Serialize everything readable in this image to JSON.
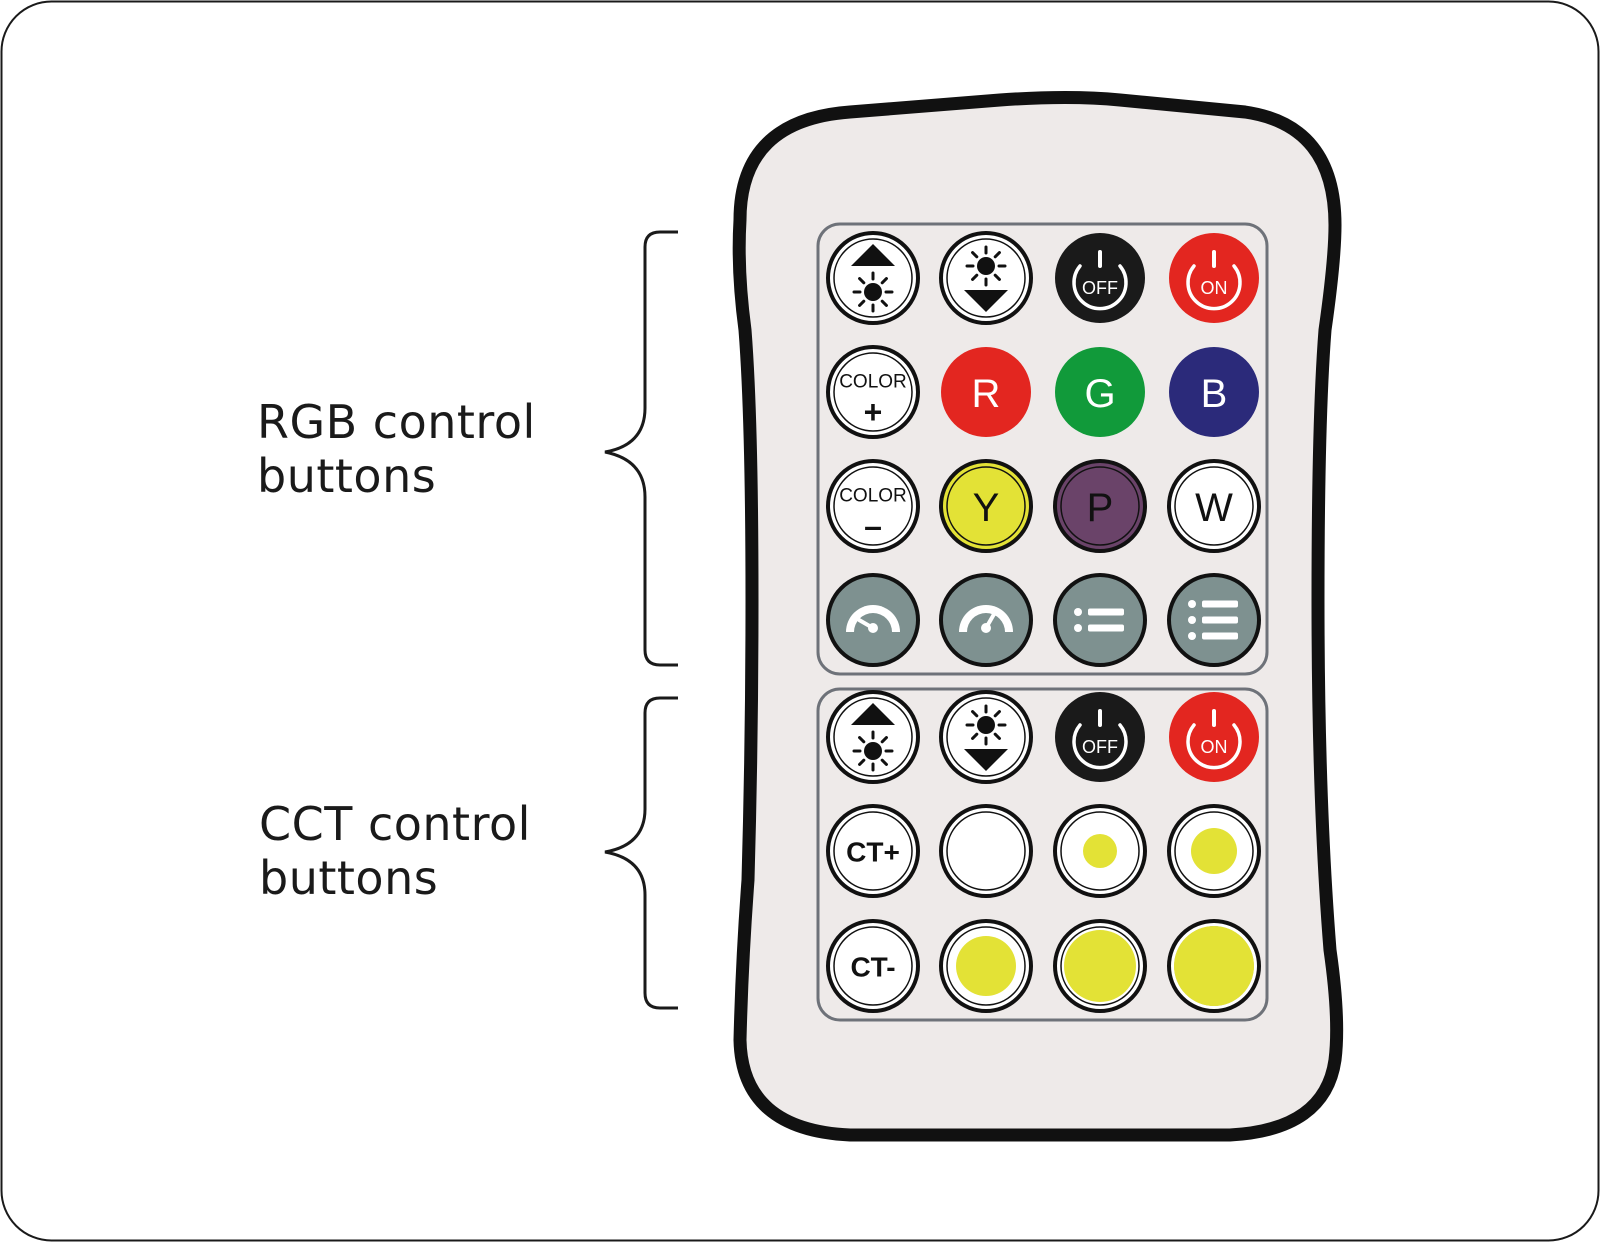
{
  "labels": {
    "rgb": {
      "line1": "RGB control",
      "line2": "buttons"
    },
    "cct": {
      "line1": "CCT control",
      "line2": "buttons"
    }
  },
  "colors": {
    "remote_body": "#eeeae9",
    "remote_outline": "#111111",
    "panel_stroke": "#6e7279",
    "off_button": "#1a1a1a",
    "on_button": "#e32620",
    "red": "#e32620",
    "green": "#119a3a",
    "blue": "#2b2a7a",
    "yellow": "#e3e236",
    "purple": "#6a4369",
    "grey_button": "#7e9190",
    "cct_fill": "#e3e236"
  },
  "rgb_panel": {
    "rows": [
      [
        {
          "icon": "brightness-up-icon"
        },
        {
          "icon": "brightness-down-icon"
        },
        {
          "icon": "power-icon",
          "text": "OFF"
        },
        {
          "icon": "power-icon",
          "text": "ON"
        }
      ],
      [
        {
          "text": "COLOR",
          "sub": "+"
        },
        {
          "text": "R"
        },
        {
          "text": "G"
        },
        {
          "text": "B"
        }
      ],
      [
        {
          "text": "COLOR",
          "sub": "–"
        },
        {
          "text": "Y"
        },
        {
          "text": "P"
        },
        {
          "text": "W"
        }
      ],
      [
        {
          "icon": "speed-down-icon"
        },
        {
          "icon": "speed-up-icon"
        },
        {
          "icon": "mode-list-icon"
        },
        {
          "icon": "mode-list-full-icon"
        }
      ]
    ]
  },
  "cct_panel": {
    "rows": [
      [
        {
          "icon": "brightness-up-icon"
        },
        {
          "icon": "brightness-down-icon"
        },
        {
          "icon": "power-icon",
          "text": "OFF"
        },
        {
          "icon": "power-icon",
          "text": "ON"
        }
      ],
      [
        {
          "text": "CT+"
        },
        {
          "icon": "cct-level-0-icon"
        },
        {
          "icon": "cct-level-1-icon"
        },
        {
          "icon": "cct-level-2-icon"
        }
      ],
      [
        {
          "text": "CT-"
        },
        {
          "icon": "cct-level-3-icon"
        },
        {
          "icon": "cct-level-4-icon"
        },
        {
          "icon": "cct-level-5-icon"
        }
      ]
    ]
  }
}
